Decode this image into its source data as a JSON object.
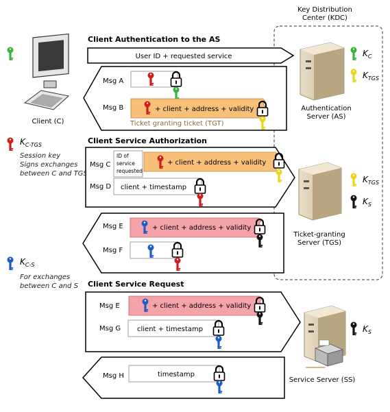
{
  "kdc": {
    "line1": "Key Distribution",
    "line2": "Center (KDC)"
  },
  "client": {
    "label": "Client (C)"
  },
  "sections": {
    "auth": "Client Authentication to the AS",
    "authorization": "Client Service Authorization",
    "request": "Client Service Request"
  },
  "messages": {
    "userid": "User ID + requested service",
    "msg_a": "Msg A",
    "msg_b": "Msg B",
    "msg_c": "Msg C",
    "msg_d": "Msg D",
    "msg_e": "Msg E",
    "msg_f": "Msg F",
    "msg_g": "Msg G",
    "msg_h": "Msg H",
    "ticket_content": "+ client + address + validity",
    "tgt_caption": "Ticket granting ticket (TGT)",
    "id_line1": "ID of",
    "id_line2": "service",
    "id_line3": "requested",
    "client_ts": "client + timestamp",
    "timestamp": "timestamp"
  },
  "servers": {
    "as_line1": "Authentication",
    "as_line2": "Server (AS)",
    "tgs_line1": "Ticket-granting",
    "tgs_line2": "Server (TGS)",
    "ss": "Service Server (SS)"
  },
  "keys": {
    "kc_main": "K",
    "kc_sub": "C",
    "ktgs_main": "K",
    "ktgs_sub": "TGS",
    "ks_main": "K",
    "ks_sub": "S",
    "kctgs_main": "K",
    "kctgs_sub": "C-TGS",
    "kcs_main": "K",
    "kcs_sub": "C-S"
  },
  "legend": {
    "ctgs_line1": "Session key",
    "ctgs_line2": "Signs exchanges",
    "ctgs_line3": "between C and TGS",
    "cs_line1": "For exchanges",
    "cs_line2": "between C and S"
  },
  "colors": {
    "key_green": "#3cb43c",
    "key_yellow": "#e8d81c",
    "key_red": "#d01c1c",
    "key_blue": "#1c5cc8",
    "key_black": "#141414",
    "ticket_orange": "#f8c078",
    "ticket_pink": "#f4a4a8"
  }
}
